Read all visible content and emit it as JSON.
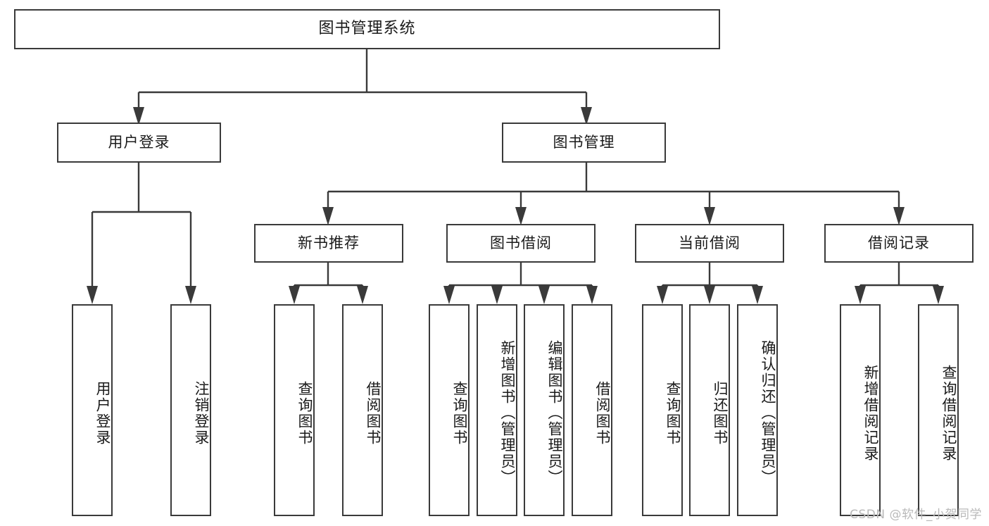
{
  "diagram": {
    "title": "图书管理系统",
    "type": "tree-hierarchy-diagram",
    "watermark": "CSDN @软件_小贺同学",
    "colors": {
      "box_border": "#3a3a3a",
      "box_fill": "#ffffff",
      "connector": "#3a3a3a",
      "text": "#1a1a1a",
      "watermark": "#b9b9b9",
      "background": "#ffffff"
    },
    "root": {
      "label": "图书管理系统"
    },
    "level2": [
      {
        "label": "用户登录"
      },
      {
        "label": "图书管理"
      }
    ],
    "level3": [
      {
        "label": "新书推荐"
      },
      {
        "label": "图书借阅"
      },
      {
        "label": "当前借阅"
      },
      {
        "label": "借阅记录"
      }
    ],
    "leaves": {
      "user_login": [
        {
          "label": "用户登录"
        },
        {
          "label": "注销登录"
        }
      ],
      "new_book_recommend": [
        {
          "label": "查询图书"
        },
        {
          "label": "借阅图书"
        }
      ],
      "book_borrow": [
        {
          "label": "查询图书"
        },
        {
          "label": "新增图书（管理员）"
        },
        {
          "label": "编辑图书（管理员）"
        },
        {
          "label": "借阅图书"
        }
      ],
      "current_borrow": [
        {
          "label": "查询图书"
        },
        {
          "label": "归还图书"
        },
        {
          "label": "确认归还（管理员）"
        }
      ],
      "borrow_record": [
        {
          "label": "新增借阅记录"
        },
        {
          "label": "查询借阅记录"
        }
      ]
    }
  }
}
